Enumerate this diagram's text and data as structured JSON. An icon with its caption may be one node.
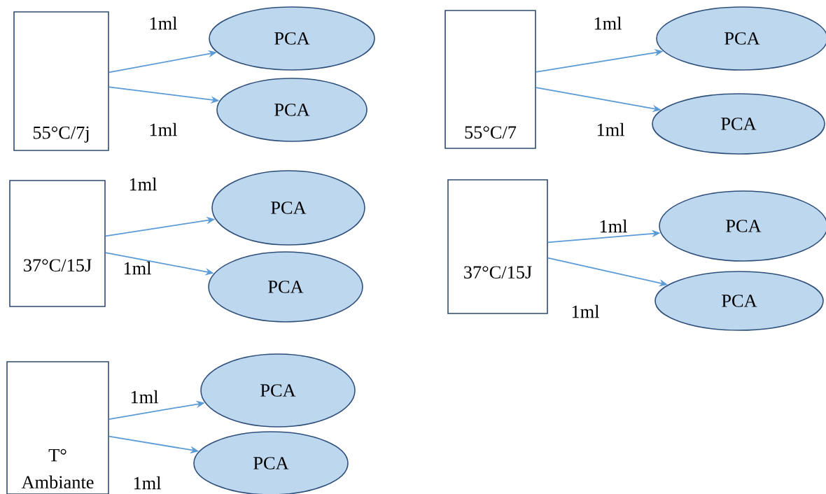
{
  "diagram": {
    "nodes": [
      {
        "text": [
          "55°C/7j"
        ]
      },
      {
        "text": [
          "PCA"
        ]
      },
      {
        "text": [
          "PCA"
        ]
      },
      {
        "text": [
          "55°C/7"
        ]
      },
      {
        "text": [
          "PCA"
        ]
      },
      {
        "text": [
          "PCA"
        ]
      },
      {
        "text": [
          "37°C/15J"
        ]
      },
      {
        "text": [
          "PCA"
        ]
      },
      {
        "text": [
          "PCA"
        ]
      },
      {
        "text": [
          "37°C/15J"
        ]
      },
      {
        "text": [
          "PCA"
        ]
      },
      {
        "text": [
          "PCA"
        ]
      },
      {
        "text": [
          "T° Ambiante"
        ]
      },
      {
        "text": [
          "PCA"
        ]
      },
      {
        "text": [
          "PCA"
        ]
      }
    ],
    "edges": [
      {
        "from": 0,
        "to": 1,
        "arrow": "to",
        "label": "1ml"
      },
      {
        "from": 0,
        "to": 2,
        "arrow": "to",
        "label": "1ml"
      },
      {
        "from": 3,
        "to": 4,
        "arrow": "to",
        "label": "1ml"
      },
      {
        "from": 3,
        "to": 5,
        "arrow": "to",
        "label": "1ml"
      },
      {
        "from": 6,
        "to": 7,
        "arrow": "to",
        "label": "1ml"
      },
      {
        "from": 6,
        "to": 8,
        "arrow": "to",
        "label": "1ml"
      },
      {
        "from": 9,
        "to": 10,
        "arrow": "to",
        "label": "1ml"
      },
      {
        "from": 9,
        "to": 11,
        "arrow": "to",
        "label": "1ml"
      },
      {
        "from": 12,
        "to": 13,
        "arrow": "to",
        "label": "1ml"
      },
      {
        "from": 12,
        "to": 14,
        "arrow": "to",
        "label": "1ml"
      }
    ]
  }
}
